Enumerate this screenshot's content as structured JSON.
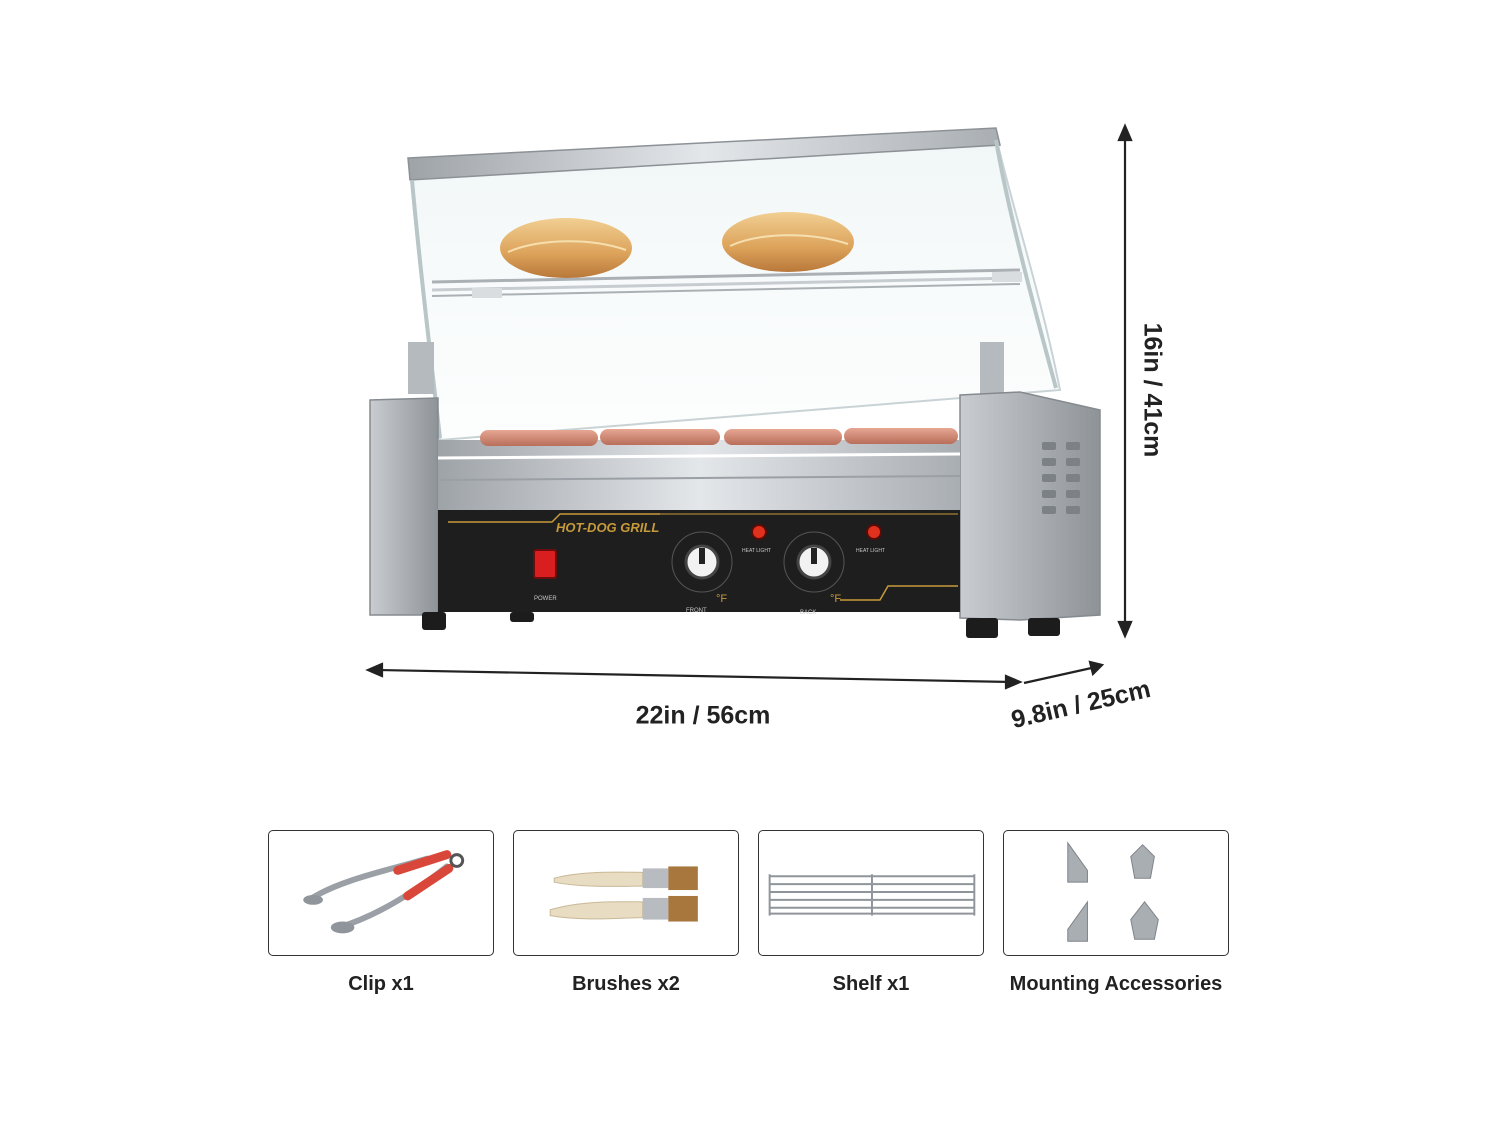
{
  "product": {
    "brand_text": "HOT-DOG GRILL",
    "power_label": "POWER",
    "front_label": "FRONT",
    "back_label": "BACK",
    "heat_light_label": "HEAT LIGHT",
    "unit_symbol": "°F"
  },
  "dimensions": {
    "height": "16in / 41cm",
    "width": "22in / 56cm",
    "depth": "9.8in / 25cm"
  },
  "accessories": [
    {
      "label": "Clip x1",
      "icon": "tongs-icon"
    },
    {
      "label": "Brushes x2",
      "icon": "brushes-icon"
    },
    {
      "label": "Shelf x1",
      "icon": "shelf-icon"
    },
    {
      "label": "Mounting Accessories",
      "icon": "brackets-icon"
    }
  ],
  "colors": {
    "panel_black": "#1e1e1e",
    "gold_trim": "#c79a3a",
    "steel": "#b8bcc0",
    "power_red": "#d81e1e",
    "heat_light_red": "#e0301e",
    "tong_grip_red": "#d8473a"
  }
}
